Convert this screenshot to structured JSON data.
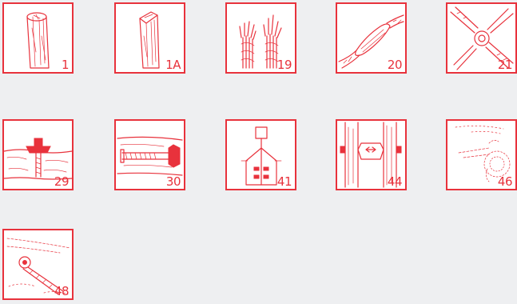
{
  "accent_color": "#e8323c",
  "tiles": [
    {
      "number": "1",
      "icon": "straight-cut-log-icon"
    },
    {
      "number": "1A",
      "icon": "angled-cut-log-icon"
    },
    {
      "number": "19",
      "icon": "frayed-rope-ends-icon"
    },
    {
      "number": "20",
      "icon": "rope-splice-sleeve-icon"
    },
    {
      "number": "21",
      "icon": "rope-cross-knot-icon"
    },
    {
      "number": "29",
      "icon": "t-bolt-in-log-icon"
    },
    {
      "number": "30",
      "icon": "threaded-rod-in-log-icon"
    },
    {
      "number": "41",
      "icon": "post-foot-bracket-icon"
    },
    {
      "number": "44",
      "icon": "post-clamp-connector-icon"
    },
    {
      "number": "46",
      "icon": "log-end-detail-icon"
    },
    {
      "number": "48",
      "icon": "rope-through-log-icon"
    }
  ]
}
